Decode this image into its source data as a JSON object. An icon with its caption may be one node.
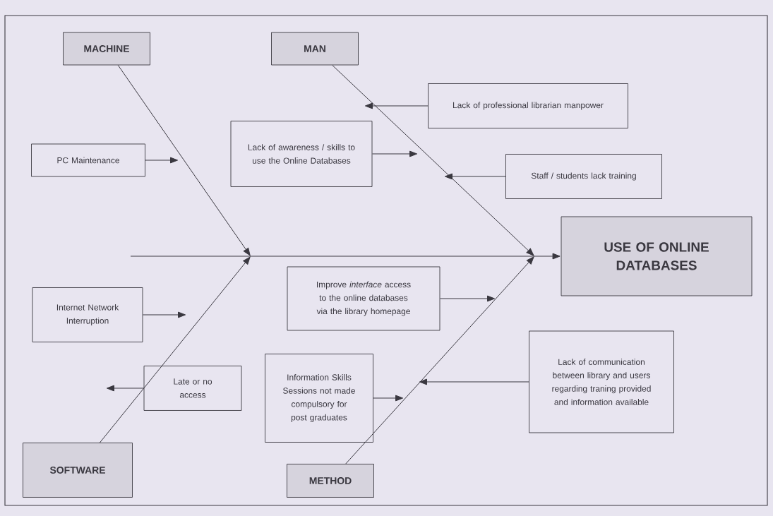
{
  "diagram": {
    "nodes": [
      {
        "text": [
          "MACHINE"
        ]
      },
      {
        "text": [
          "MAN"
        ]
      },
      {
        "text": [
          "Lack of professional librarian manpower"
        ]
      },
      {
        "text": [
          "PC Maintenance"
        ]
      },
      {
        "text": [
          "Lack of awareness / skills to use the Online Databases"
        ]
      },
      {
        "text": [
          "Staff / students lack training"
        ]
      },
      {
        "text": [
          "USE OF ONLINE DATABASES"
        ]
      },
      {
        "text": [
          "Improve *interface* access to the online databases via the library homepage"
        ]
      },
      {
        "text": [
          "Internet Network Interruption"
        ]
      },
      {
        "text": [
          "Lack of communication between library and users regarding traning provided and information available"
        ]
      },
      {
        "text": [
          "Late or no access"
        ]
      },
      {
        "text": [
          "Information Skills Sessions not made compulsory for post graduates"
        ]
      },
      {
        "text": [
          "SOFTWARE"
        ]
      },
      {
        "text": [
          "METHOD"
        ]
      }
    ],
    "edges": [
      {
        "from": 0,
        "to": null,
        "arrow": "to"
      },
      {
        "from": 1,
        "to": null,
        "arrow": "to"
      },
      {
        "from": 12,
        "to": null,
        "arrow": "to"
      },
      {
        "from": 13,
        "to": null,
        "arrow": "to"
      },
      {
        "from": null,
        "to": 6,
        "arrow": "to"
      },
      {
        "from": 3,
        "to": null,
        "arrow": "to"
      },
      {
        "from": 2,
        "to": null,
        "arrow": "to"
      },
      {
        "from": 4,
        "to": null,
        "arrow": "to"
      },
      {
        "from": 5,
        "to": null,
        "arrow": "to"
      },
      {
        "from": 8,
        "to": null,
        "arrow": "to"
      },
      {
        "from": 7,
        "to": null,
        "arrow": "to"
      },
      {
        "from": 10,
        "to": null,
        "arrow": "to"
      },
      {
        "from": 11,
        "to": null,
        "arrow": "to"
      },
      {
        "from": 9,
        "to": null,
        "arrow": "to"
      }
    ]
  }
}
